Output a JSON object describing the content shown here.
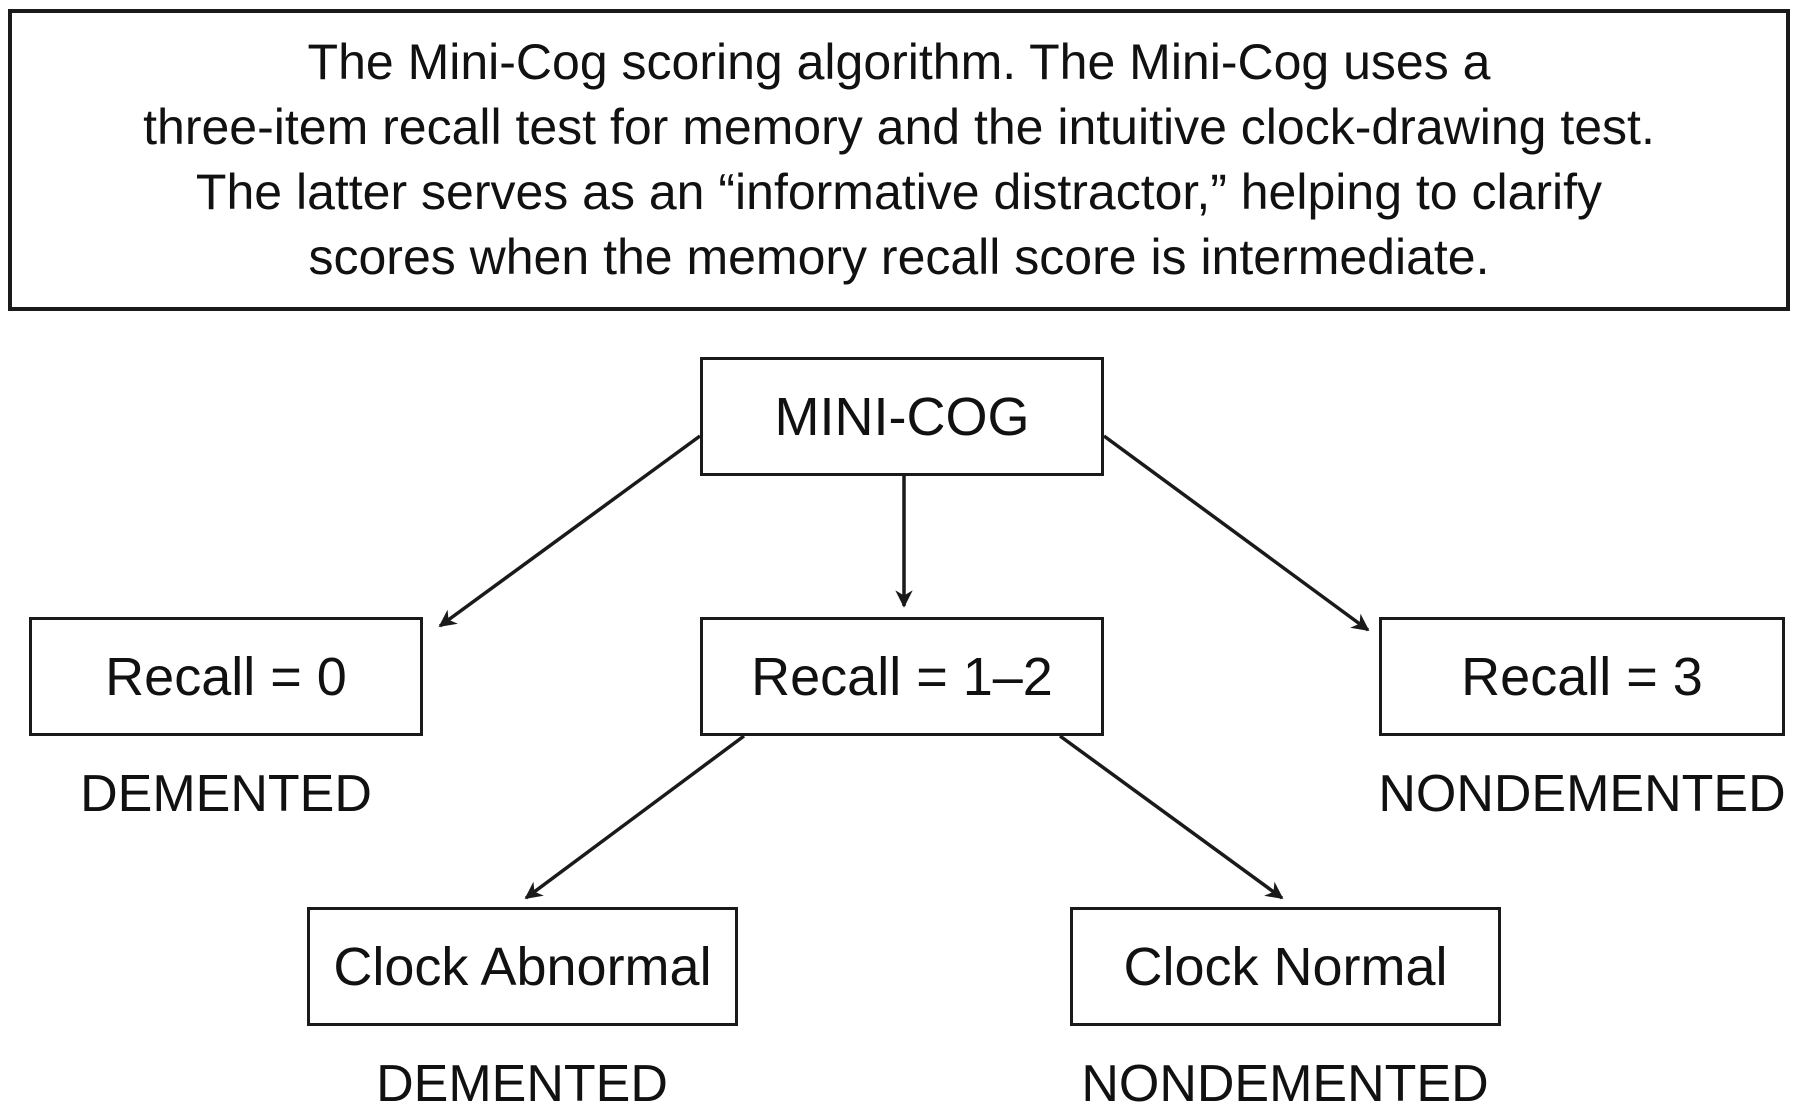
{
  "caption": {
    "lines": [
      "The Mini-Cog scoring algorithm. The Mini-Cog uses a",
      "three-item recall test for memory and the intuitive clock-drawing test.",
      "The latter serves as an “informative distractor,” helping to clarify",
      "scores when the memory recall score is intermediate."
    ]
  },
  "nodes": {
    "root": "MINI-COG",
    "recall_0": "Recall = 0",
    "recall_1_2": "Recall = 1–2",
    "recall_3": "Recall = 3",
    "clock_abnormal": "Clock Abnormal",
    "clock_normal": "Clock Normal"
  },
  "outcomes": {
    "recall_0": "DEMENTED",
    "recall_3": "NONDEMENTED",
    "clock_abnormal": "DEMENTED",
    "clock_normal": "NONDEMENTED"
  },
  "colors": {
    "line": "#1a1a1a",
    "text": "#111111",
    "background": "#ffffff"
  }
}
